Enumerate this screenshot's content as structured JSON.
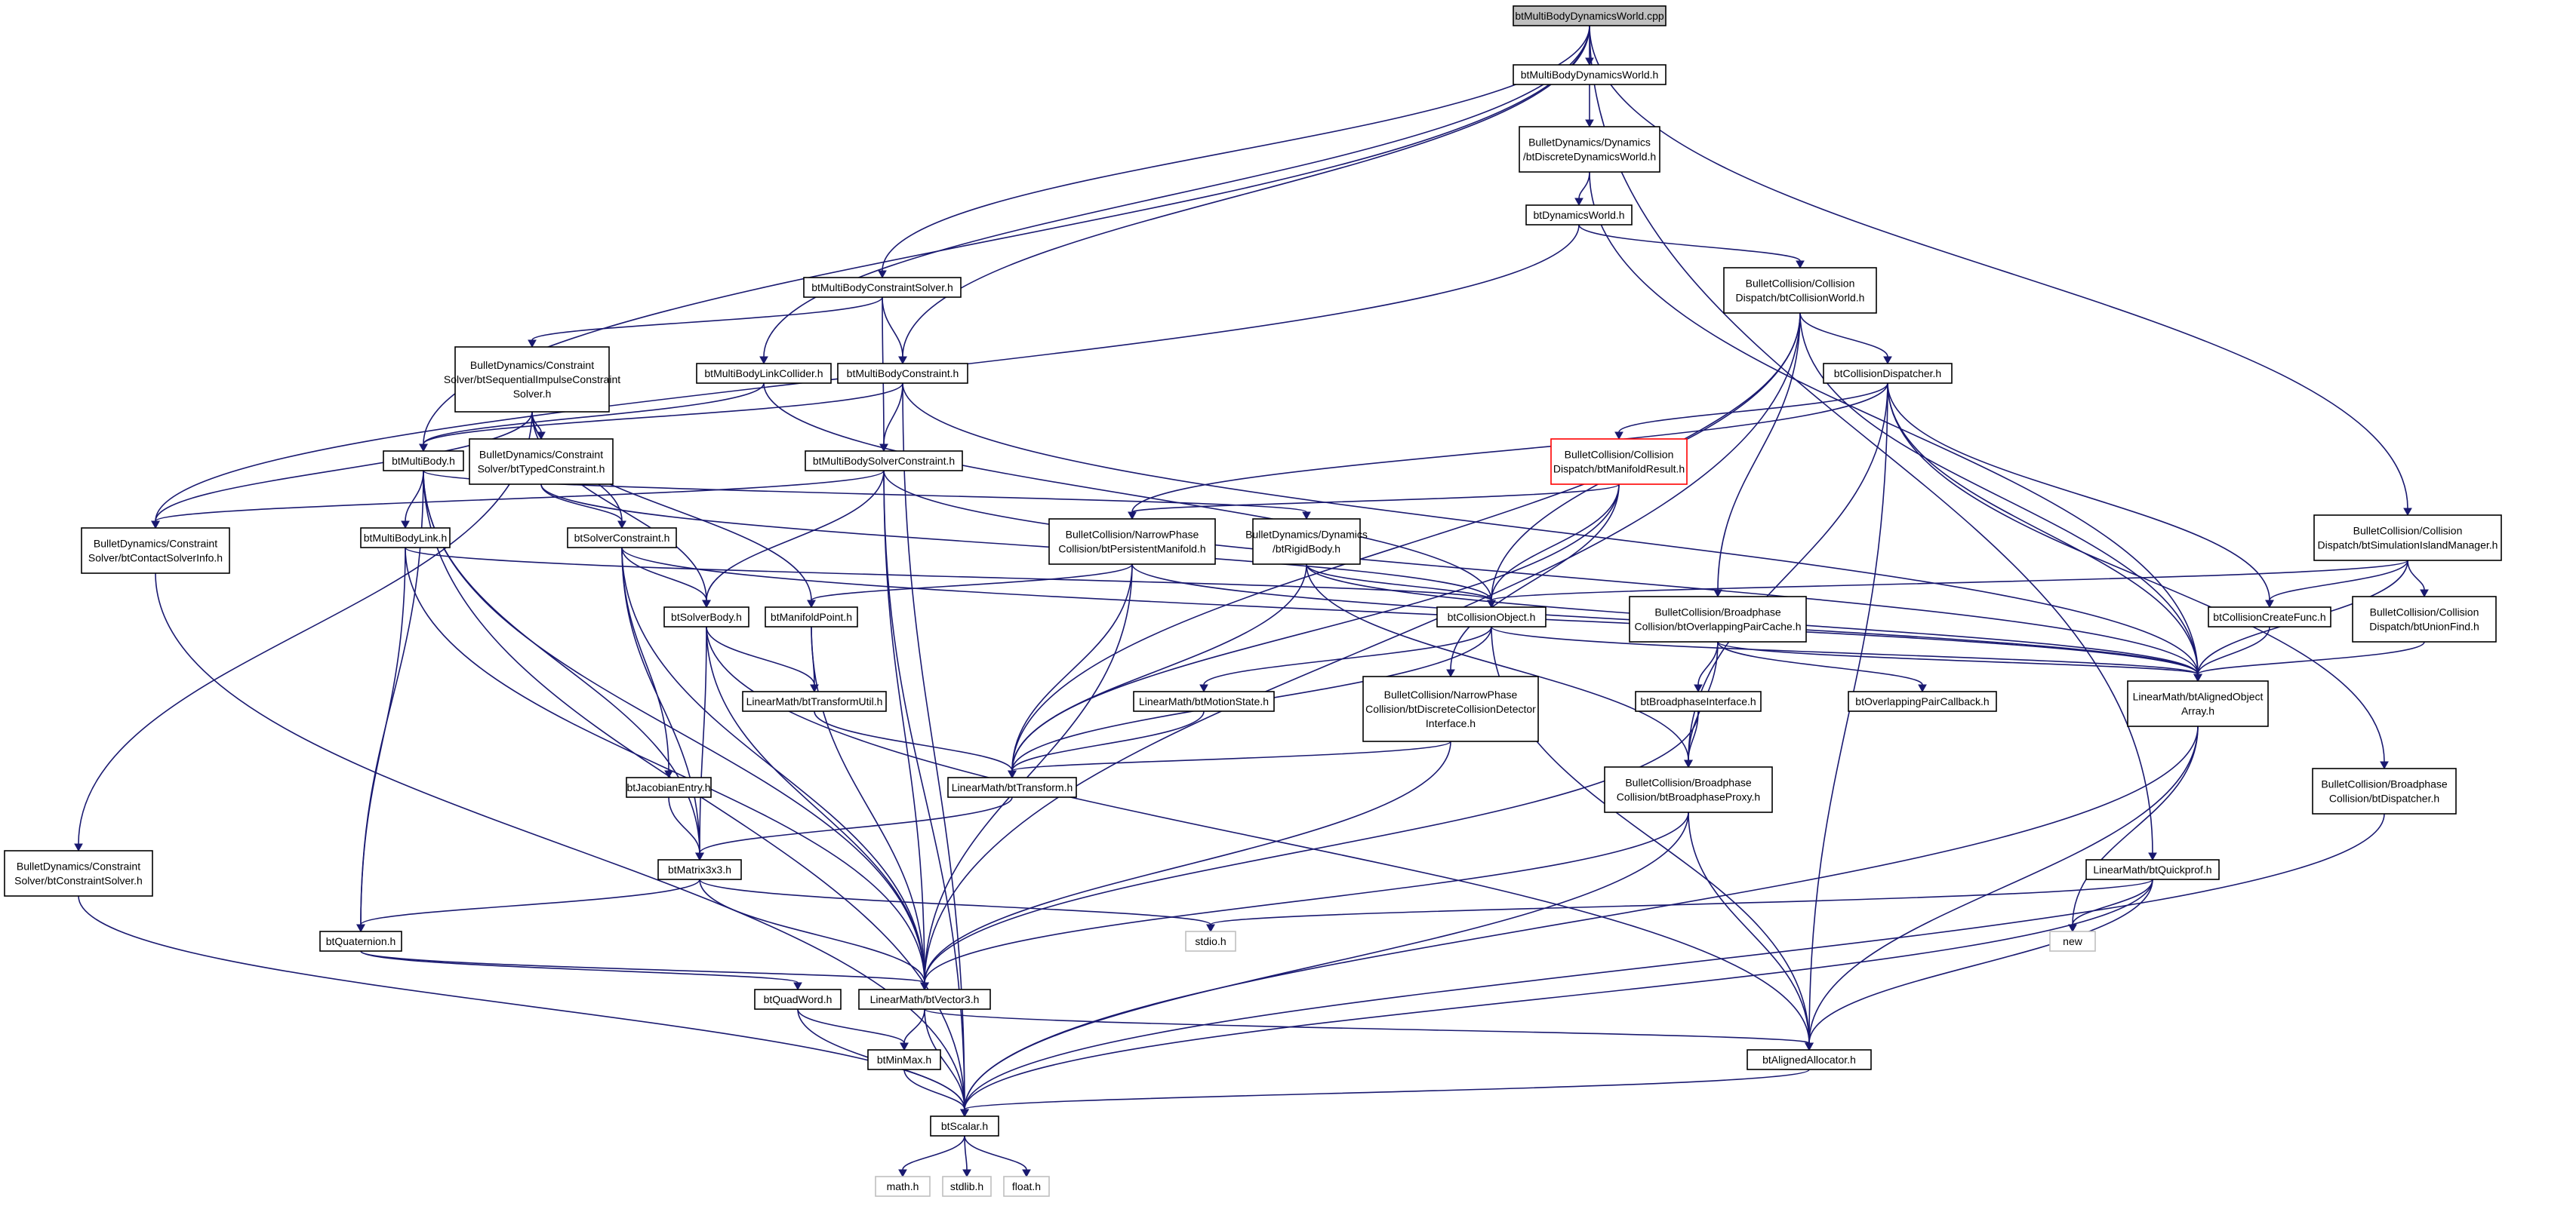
{
  "nodes": {
    "root": {
      "lines": [
        "btMultiBodyDynamicsWorld.cpp"
      ],
      "style": "root"
    },
    "mbdw_h": {
      "lines": [
        "btMultiBodyDynamicsWorld.h"
      ]
    },
    "discrete_dw": {
      "lines": [
        "BulletDynamics/Dynamics",
        "/btDiscreteDynamicsWorld.h"
      ]
    },
    "dynamics_world": {
      "lines": [
        "btDynamicsWorld.h"
      ]
    },
    "collision_world": {
      "lines": [
        "BulletCollision/Collision",
        "Dispatch/btCollisionWorld.h"
      ]
    },
    "mb_constraint_solver": {
      "lines": [
        "btMultiBodyConstraintSolver.h"
      ]
    },
    "seq_impulse": {
      "lines": [
        "BulletDynamics/Constraint",
        "Solver/btSequentialImpulseConstraint",
        "Solver.h"
      ]
    },
    "mb_link_collider": {
      "lines": [
        "btMultiBodyLinkCollider.h"
      ]
    },
    "mb_constraint": {
      "lines": [
        "btMultiBodyConstraint.h"
      ]
    },
    "collision_dispatcher": {
      "lines": [
        "btCollisionDispatcher.h"
      ]
    },
    "manifold_result": {
      "lines": [
        "BulletCollision/Collision",
        "Dispatch/btManifoldResult.h"
      ],
      "style": "red"
    },
    "sim_island": {
      "lines": [
        "BulletCollision/Collision",
        "Dispatch/btSimulationIslandManager.h"
      ]
    },
    "multibody": {
      "lines": [
        "btMultiBody.h"
      ]
    },
    "typed_constraint": {
      "lines": [
        "BulletDynamics/Constraint",
        "Solver/btTypedConstraint.h"
      ]
    },
    "mb_solver_constraint": {
      "lines": [
        "btMultiBodySolverConstraint.h"
      ]
    },
    "contact_solver_info": {
      "lines": [
        "BulletDynamics/Constraint",
        "Solver/btContactSolverInfo.h"
      ]
    },
    "mb_link": {
      "lines": [
        "btMultiBodyLink.h"
      ]
    },
    "solver_constraint": {
      "lines": [
        "btSolverConstraint.h"
      ]
    },
    "persistent_manifold": {
      "lines": [
        "BulletCollision/NarrowPhase",
        "Collision/btPersistentManifold.h"
      ]
    },
    "rigid_body": {
      "lines": [
        "BulletDynamics/Dynamics",
        "/btRigidBody.h"
      ]
    },
    "collision_object": {
      "lines": [
        "btCollisionObject.h"
      ]
    },
    "overlapping_pair_cache": {
      "lines": [
        "BulletCollision/Broadphase",
        "Collision/btOverlappingPairCache.h"
      ]
    },
    "collision_create_func": {
      "lines": [
        "btCollisionCreateFunc.h"
      ]
    },
    "union_find": {
      "lines": [
        "BulletCollision/Collision",
        "Dispatch/btUnionFind.h"
      ]
    },
    "solver_body": {
      "lines": [
        "btSolverBody.h"
      ]
    },
    "manifold_point": {
      "lines": [
        "btManifoldPoint.h"
      ]
    },
    "transform_util": {
      "lines": [
        "LinearMath/btTransformUtil.h"
      ]
    },
    "motion_state": {
      "lines": [
        "LinearMath/btMotionState.h"
      ]
    },
    "discrete_cd": {
      "lines": [
        "BulletCollision/NarrowPhase",
        "Collision/btDiscreteCollisionDetector",
        "Interface.h"
      ]
    },
    "broadphase_interface": {
      "lines": [
        "btBroadphaseInterface.h"
      ]
    },
    "overlapping_pair_callback": {
      "lines": [
        "btOverlappingPairCallback.h"
      ]
    },
    "aligned_object_array": {
      "lines": [
        "LinearMath/btAlignedObject",
        "Array.h"
      ]
    },
    "broadphase_dispatcher": {
      "lines": [
        "BulletCollision/Broadphase",
        "Collision/btDispatcher.h"
      ]
    },
    "constraint_solver": {
      "lines": [
        "BulletDynamics/Constraint",
        "Solver/btConstraintSolver.h"
      ]
    },
    "jacobian_entry": {
      "lines": [
        "btJacobianEntry.h"
      ]
    },
    "transform": {
      "lines": [
        "LinearMath/btTransform.h"
      ]
    },
    "broadphase_proxy": {
      "lines": [
        "BulletCollision/Broadphase",
        "Collision/btBroadphaseProxy.h"
      ]
    },
    "matrix3x3": {
      "lines": [
        "btMatrix3x3.h"
      ]
    },
    "quickprof": {
      "lines": [
        "LinearMath/btQuickprof.h"
      ]
    },
    "quaternion": {
      "lines": [
        "btQuaternion.h"
      ]
    },
    "stdio": {
      "lines": [
        "stdio.h"
      ],
      "style": "ext"
    },
    "new": {
      "lines": [
        "new"
      ],
      "style": "ext"
    },
    "quadword": {
      "lines": [
        "btQuadWord.h"
      ]
    },
    "vector3": {
      "lines": [
        "LinearMath/btVector3.h"
      ]
    },
    "minmax": {
      "lines": [
        "btMinMax.h"
      ]
    },
    "aligned_allocator": {
      "lines": [
        "btAlignedAllocator.h"
      ]
    },
    "scalar": {
      "lines": [
        "btScalar.h"
      ]
    },
    "math": {
      "lines": [
        "math.h"
      ],
      "style": "ext"
    },
    "stdlib": {
      "lines": [
        "stdlib.h"
      ],
      "style": "ext"
    },
    "float": {
      "lines": [
        "float.h"
      ],
      "style": "ext"
    }
  },
  "edges": [
    [
      "root",
      "mbdw_h"
    ],
    [
      "root",
      "multibody"
    ],
    [
      "root",
      "mb_constraint_solver"
    ],
    [
      "root",
      "mb_link_collider"
    ],
    [
      "root",
      "mb_constraint"
    ],
    [
      "root",
      "sim_island"
    ],
    [
      "root",
      "quickprof"
    ],
    [
      "mbdw_h",
      "discrete_dw"
    ],
    [
      "discrete_dw",
      "dynamics_world"
    ],
    [
      "discrete_dw",
      "aligned_object_array"
    ],
    [
      "dynamics_world",
      "collision_world"
    ],
    [
      "dynamics_world",
      "contact_solver_info"
    ],
    [
      "collision_world",
      "collision_object"
    ],
    [
      "collision_world",
      "collision_dispatcher"
    ],
    [
      "collision_world",
      "overlapping_pair_cache"
    ],
    [
      "collision_world",
      "aligned_object_array"
    ],
    [
      "collision_world",
      "vector3"
    ],
    [
      "collision_world",
      "transform"
    ],
    [
      "mb_constraint_solver",
      "seq_impulse"
    ],
    [
      "mb_constraint_solver",
      "mb_solver_constraint"
    ],
    [
      "mb_constraint_solver",
      "mb_constraint"
    ],
    [
      "seq_impulse",
      "typed_constraint"
    ],
    [
      "seq_impulse",
      "solver_body"
    ],
    [
      "seq_impulse",
      "manifold_point"
    ],
    [
      "seq_impulse",
      "solver_constraint"
    ],
    [
      "seq_impulse",
      "contact_solver_info"
    ],
    [
      "seq_impulse",
      "constraint_solver"
    ],
    [
      "mb_link_collider",
      "multibody"
    ],
    [
      "mb_link_collider",
      "collision_object"
    ],
    [
      "mb_constraint",
      "multibody"
    ],
    [
      "mb_constraint",
      "mb_solver_constraint"
    ],
    [
      "mb_constraint",
      "aligned_object_array"
    ],
    [
      "mb_constraint",
      "scalar"
    ],
    [
      "collision_dispatcher",
      "manifold_result"
    ],
    [
      "collision_dispatcher",
      "persistent_manifold"
    ],
    [
      "collision_dispatcher",
      "collision_create_func"
    ],
    [
      "collision_dispatcher",
      "aligned_object_array"
    ],
    [
      "collision_dispatcher",
      "aligned_allocator"
    ],
    [
      "collision_dispatcher",
      "broadphase_dispatcher"
    ],
    [
      "collision_dispatcher",
      "broadphase_proxy"
    ],
    [
      "manifold_result",
      "collision_object"
    ],
    [
      "manifold_result",
      "discrete_cd"
    ],
    [
      "manifold_result",
      "persistent_manifold"
    ],
    [
      "manifold_result",
      "transform"
    ],
    [
      "sim_island",
      "union_find"
    ],
    [
      "sim_island",
      "collision_create_func"
    ],
    [
      "sim_island",
      "collision_object"
    ],
    [
      "sim_island",
      "aligned_object_array"
    ],
    [
      "multibody",
      "mb_link"
    ],
    [
      "multibody",
      "quaternion"
    ],
    [
      "multibody",
      "matrix3x3"
    ],
    [
      "multibody",
      "vector3"
    ],
    [
      "multibody",
      "scalar"
    ],
    [
      "multibody",
      "rigid_body"
    ],
    [
      "typed_constraint",
      "solver_constraint"
    ],
    [
      "typed_constraint",
      "collision_object"
    ],
    [
      "mb_solver_constraint",
      "solver_body"
    ],
    [
      "mb_solver_constraint",
      "vector3"
    ],
    [
      "mb_solver_constraint",
      "aligned_object_array"
    ],
    [
      "mb_solver_constraint",
      "scalar"
    ],
    [
      "mb_solver_constraint",
      "contact_solver_info"
    ],
    [
      "contact_solver_info",
      "scalar"
    ],
    [
      "mb_link",
      "quaternion"
    ],
    [
      "mb_link",
      "vector3"
    ],
    [
      "mb_link",
      "collision_object"
    ],
    [
      "solver_constraint",
      "solver_body"
    ],
    [
      "solver_constraint",
      "jacobian_entry"
    ],
    [
      "solver_constraint",
      "matrix3x3"
    ],
    [
      "solver_constraint",
      "vector3"
    ],
    [
      "solver_constraint",
      "aligned_object_array"
    ],
    [
      "persistent_manifold",
      "manifold_point"
    ],
    [
      "persistent_manifold",
      "transform"
    ],
    [
      "persistent_manifold",
      "aligned_object_array"
    ],
    [
      "persistent_manifold",
      "vector3"
    ],
    [
      "rigid_body",
      "collision_object"
    ],
    [
      "rigid_body",
      "transform"
    ],
    [
      "rigid_body",
      "broadphase_proxy"
    ],
    [
      "rigid_body",
      "aligned_object_array"
    ],
    [
      "collision_object",
      "motion_state"
    ],
    [
      "collision_object",
      "transform"
    ],
    [
      "collision_object",
      "aligned_object_array"
    ],
    [
      "collision_object",
      "aligned_allocator"
    ],
    [
      "overlapping_pair_cache",
      "broadphase_interface"
    ],
    [
      "overlapping_pair_cache",
      "overlapping_pair_callback"
    ],
    [
      "overlapping_pair_cache",
      "aligned_object_array"
    ],
    [
      "overlapping_pair_cache",
      "broadphase_proxy"
    ],
    [
      "collision_create_func",
      "aligned_object_array"
    ],
    [
      "union_find",
      "aligned_object_array"
    ],
    [
      "solver_body",
      "transform_util"
    ],
    [
      "solver_body",
      "matrix3x3"
    ],
    [
      "solver_body",
      "vector3"
    ],
    [
      "solver_body",
      "aligned_allocator"
    ],
    [
      "manifold_point",
      "transform_util"
    ],
    [
      "manifold_point",
      "vector3"
    ],
    [
      "transform_util",
      "transform"
    ],
    [
      "motion_state",
      "transform"
    ],
    [
      "discrete_cd",
      "transform"
    ],
    [
      "discrete_cd",
      "vector3"
    ],
    [
      "broadphase_interface",
      "broadphase_proxy"
    ],
    [
      "broadphase_interface",
      "vector3"
    ],
    [
      "aligned_object_array",
      "aligned_allocator"
    ],
    [
      "aligned_object_array",
      "new"
    ],
    [
      "aligned_object_array",
      "scalar"
    ],
    [
      "broadphase_dispatcher",
      "scalar"
    ],
    [
      "constraint_solver",
      "scalar"
    ],
    [
      "jacobian_entry",
      "matrix3x3"
    ],
    [
      "transform",
      "matrix3x3"
    ],
    [
      "broadphase_proxy",
      "vector3"
    ],
    [
      "broadphase_proxy",
      "aligned_allocator"
    ],
    [
      "broadphase_proxy",
      "scalar"
    ],
    [
      "matrix3x3",
      "quaternion"
    ],
    [
      "matrix3x3",
      "vector3"
    ],
    [
      "matrix3x3",
      "stdio"
    ],
    [
      "quickprof",
      "stdio"
    ],
    [
      "quickprof",
      "new"
    ],
    [
      "quickprof",
      "aligned_allocator"
    ],
    [
      "quickprof",
      "scalar"
    ],
    [
      "quaternion",
      "quadword"
    ],
    [
      "quaternion",
      "vector3"
    ],
    [
      "quadword",
      "minmax"
    ],
    [
      "quadword",
      "scalar"
    ],
    [
      "vector3",
      "minmax"
    ],
    [
      "vector3",
      "scalar"
    ],
    [
      "vector3",
      "aligned_allocator"
    ],
    [
      "minmax",
      "scalar"
    ],
    [
      "aligned_allocator",
      "scalar"
    ],
    [
      "scalar",
      "math"
    ],
    [
      "scalar",
      "stdlib"
    ],
    [
      "scalar",
      "float"
    ]
  ]
}
